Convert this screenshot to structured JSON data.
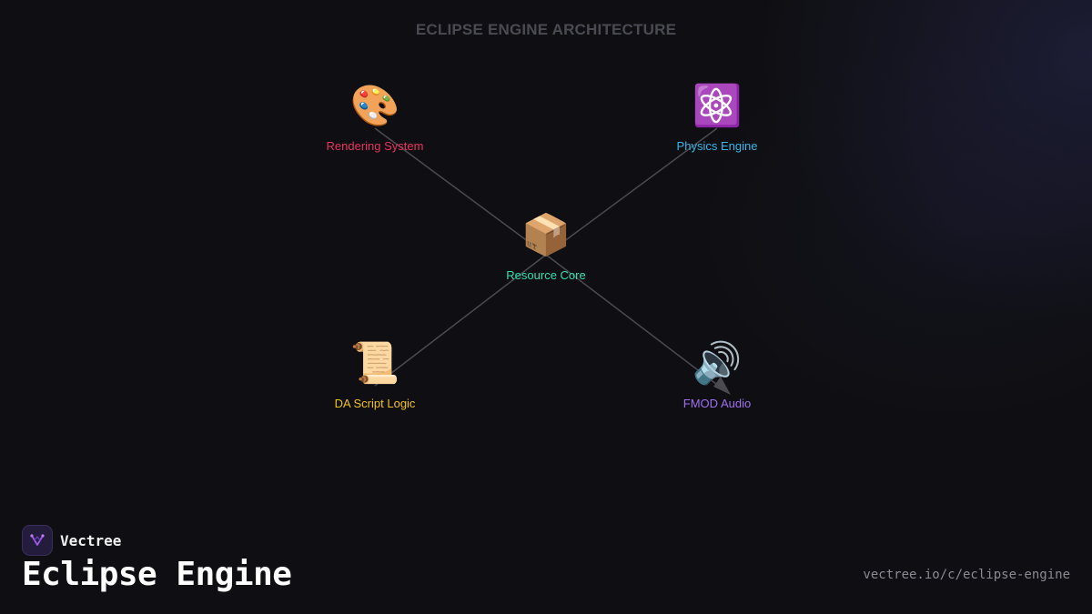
{
  "diagram": {
    "title": "ECLIPSE ENGINE ARCHITECTURE",
    "nodes": [
      {
        "id": "rendering",
        "label": "Rendering System",
        "icon": "🎨",
        "icon_name": "palette-icon",
        "color": "#e8335f"
      },
      {
        "id": "physics",
        "label": "Physics Engine",
        "icon": "⚛️",
        "icon_name": "atom-icon",
        "color": "#38b6e8"
      },
      {
        "id": "core",
        "label": "Resource Core",
        "icon": "📦",
        "icon_name": "package-icon",
        "color": "#2ee0b0"
      },
      {
        "id": "script",
        "label": "DA Script Logic",
        "icon": "📜",
        "icon_name": "scroll-icon",
        "color": "#f0c020"
      },
      {
        "id": "audio",
        "label": "FMOD Audio",
        "icon": "🔊",
        "icon_name": "speaker-icon",
        "color": "#a070f0"
      }
    ],
    "edges": [
      {
        "from": "core",
        "to": "rendering"
      },
      {
        "from": "core",
        "to": "physics"
      },
      {
        "from": "core",
        "to": "script"
      },
      {
        "from": "core",
        "to": "audio",
        "arrow": true
      }
    ],
    "edge_color": "#4a4a50"
  },
  "brand": {
    "name": "Vectree",
    "logo_icon": "vectree-logo-icon"
  },
  "page": {
    "title": "Eclipse Engine",
    "url": "vectree.io/c/eclipse-engine"
  }
}
